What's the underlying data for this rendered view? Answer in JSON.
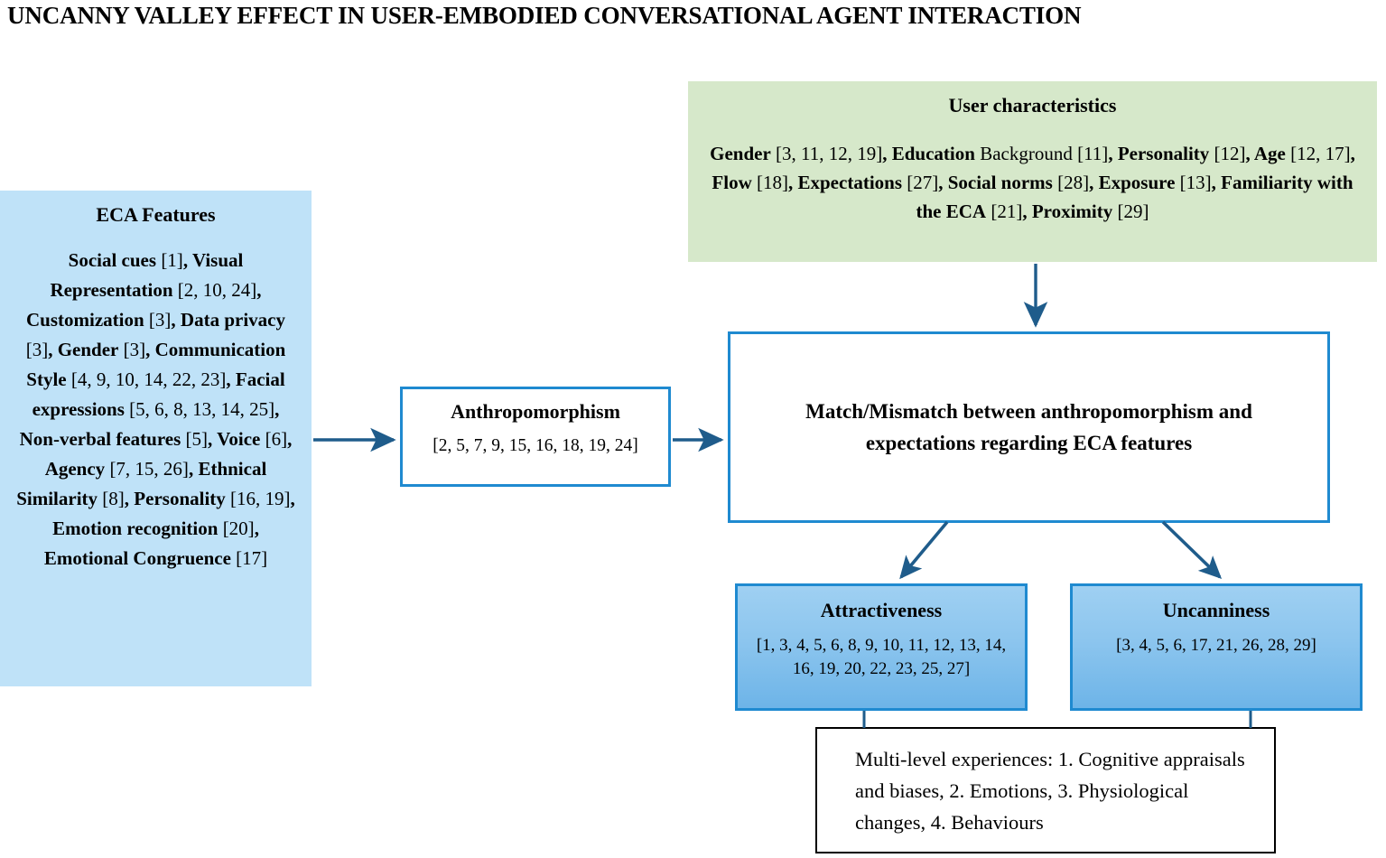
{
  "title": "UNCANNY VALLEY EFFECT IN USER-EMBODIED CONVERSATIONAL AGENT INTERACTION",
  "colors": {
    "eca_fill": "#bfe2f8",
    "user_fill": "#d6e8ca",
    "box_border_blue": "#1f8ad0",
    "arrow_navy": "#1f5c8b",
    "gradient_top": "#9fd0f2",
    "gradient_bottom": "#6db4e8",
    "callout_border": "#000000"
  },
  "eca_features": {
    "title": "ECA Features",
    "items": [
      {
        "term": "Social cues",
        "cite": "[1]"
      },
      {
        "term": "Visual Representation",
        "cite": "[2, 10, 24]"
      },
      {
        "term": "Customization",
        "cite": "[3]"
      },
      {
        "term": "Data privacy",
        "cite": "[3]"
      },
      {
        "term": "Gender",
        "cite": "[3]"
      },
      {
        "term": "Communication Style",
        "cite": "[4, 9, 10, 14, 22, 23]"
      },
      {
        "term": "Facial expressions",
        "cite": "[5, 6, 8, 13, 14, 25]"
      },
      {
        "term": "Non-verbal features",
        "cite": "[5]"
      },
      {
        "term": "Voice",
        "cite": "[6]"
      },
      {
        "term": "Agency",
        "cite": "[7, 15, 26]"
      },
      {
        "term": "Ethnical Similarity",
        "cite": "[8]"
      },
      {
        "term": "Personality",
        "cite": "[16, 19]"
      },
      {
        "term": "Emotion recognition",
        "cite": "[20]"
      },
      {
        "term": "Emotional Congruence",
        "cite": "[17]"
      }
    ]
  },
  "user_characteristics": {
    "title": "User characteristics",
    "items": [
      {
        "term": "Gender",
        "cite": "[3, 11, 12, 19]"
      },
      {
        "term": "Education",
        "plain": " Background",
        "cite": "[11]"
      },
      {
        "term": "Personality",
        "cite": "[12]"
      },
      {
        "term": "Age",
        "cite": "[12, 17]"
      },
      {
        "term": "Flow",
        "cite": "[18]"
      },
      {
        "term": "Expectations",
        "cite": "[27]"
      },
      {
        "term": "Social norms",
        "cite": "[28]"
      },
      {
        "term": "Exposure",
        "cite": "[13]"
      },
      {
        "term": "Familiarity with the ECA",
        "cite": "[21]"
      },
      {
        "term": "Proximity",
        "cite": "[29]"
      }
    ]
  },
  "anthropomorphism": {
    "title": "Anthropomorphism",
    "citations": "[2, 5, 7, 9, 15, 16, 18, 19, 24]"
  },
  "match_mismatch": {
    "title": "Match/Mismatch between anthropomorphism and expectations regarding ECA features"
  },
  "attractiveness": {
    "title": "Attractiveness",
    "citations": "[1, 3, 4, 5, 6, 8, 9, 10, 11, 12, 13, 14, 16, 19, 20, 22, 23, 25, 27]"
  },
  "uncanniness": {
    "title": "Uncanniness",
    "citations": "[3, 4, 5, 6, 17, 21, 26, 28, 29]"
  },
  "callout": {
    "text": "Multi-level experiences: 1. Cognitive appraisals and biases, 2. Emotions, 3. Physiological changes, 4. Behaviours"
  },
  "connectors": [
    {
      "name": "eca-to-anthropomorphism",
      "type": "arrow-right"
    },
    {
      "name": "anthropomorphism-to-match",
      "type": "arrow-right"
    },
    {
      "name": "user-characteristics-to-match",
      "type": "arrow-down"
    },
    {
      "name": "match-to-attractiveness",
      "type": "arrow-diagonal-left"
    },
    {
      "name": "match-to-uncanniness",
      "type": "arrow-diagonal-right"
    },
    {
      "name": "attractiveness-to-callout",
      "type": "line"
    },
    {
      "name": "uncanniness-to-callout",
      "type": "line"
    }
  ]
}
